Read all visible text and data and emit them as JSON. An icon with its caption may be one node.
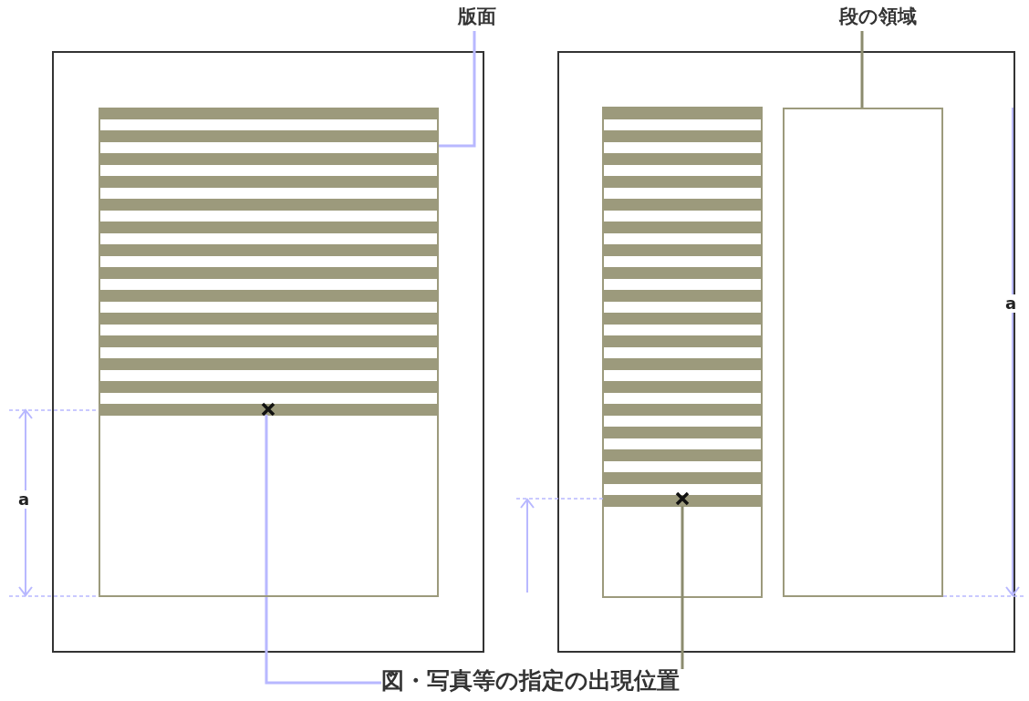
{
  "diagram": {
    "nodes": [
      {
        "text": [
          "版面"
        ]
      },
      {
        "text": [],
        "shape": "box"
      },
      {
        "text": [
          "段の領域"
        ]
      },
      {
        "text": [],
        "shape": "box"
      },
      {
        "text": [
          "図・写真等の指定の出現位置"
        ]
      },
      {
        "text": [],
        "shape": "cross",
        "in": 1
      },
      {
        "text": [],
        "shape": "cross"
      }
    ],
    "edges": [
      {
        "from": 0,
        "to": 1,
        "arrow": "none",
        "color": "#b8b8ff"
      },
      {
        "from": 2,
        "to": 3,
        "arrow": "none",
        "color": "#8c8c6e"
      },
      {
        "from": 4,
        "to": 5,
        "arrow": "none",
        "color": "#b8b8ff"
      },
      {
        "from": 4,
        "to": 6,
        "arrow": "none",
        "color": "#8c8c6e"
      }
    ],
    "labels": [
      "a",
      "a"
    ]
  }
}
